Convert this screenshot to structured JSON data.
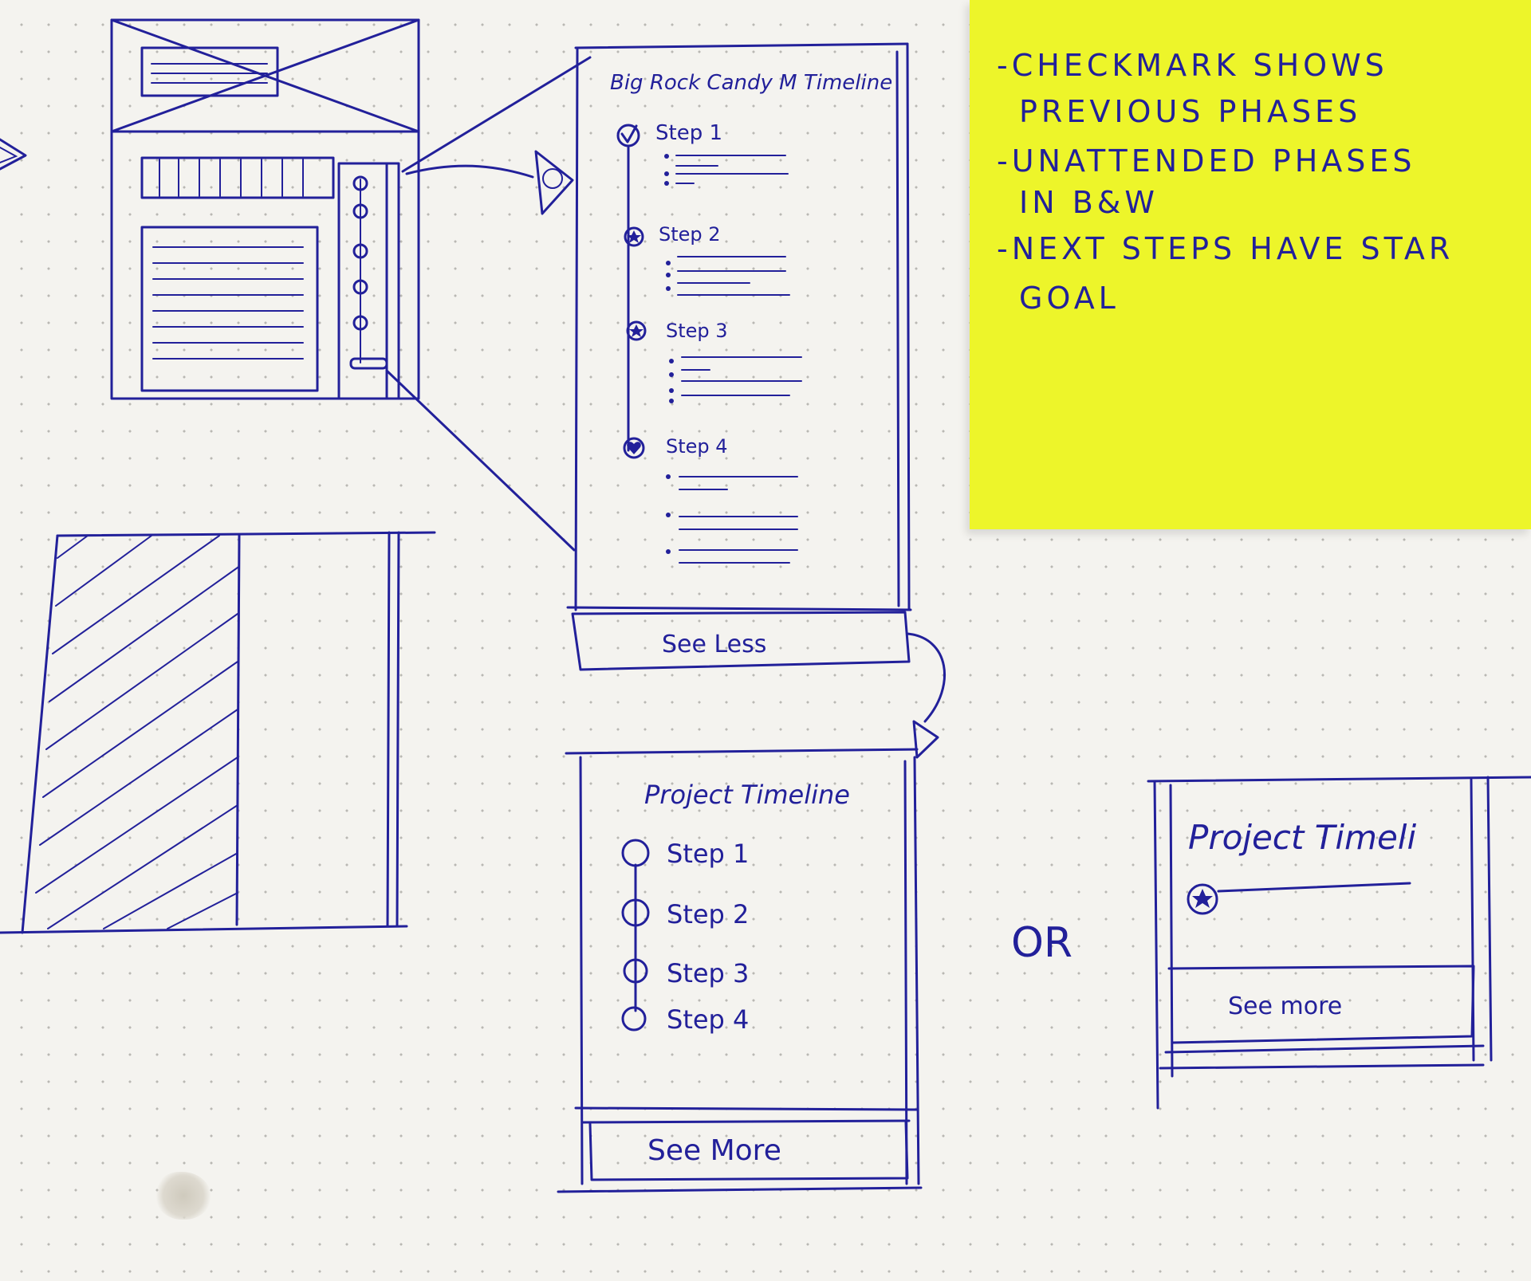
{
  "sticky_note": {
    "lines": [
      "-CHECKMARK SHOWS",
      "PREVIOUS PHASES",
      "-UNATTENDED PHASES",
      "IN B&W",
      "-NEXT STEPS HAVE STAR",
      "GOAL"
    ]
  },
  "expanded_timeline": {
    "title": "Big Rock Candy M Timeline",
    "steps": [
      {
        "label": "Step 1",
        "icon": "checkmark-icon"
      },
      {
        "label": "Step 2",
        "icon": "star-icon"
      },
      {
        "label": "Step 3",
        "icon": "star-icon"
      },
      {
        "label": "Step 4",
        "icon": "heart-icon"
      }
    ],
    "toggle_label": "See Less"
  },
  "collapsed_timeline": {
    "title": "Project Timeline",
    "steps": [
      {
        "label": "Step 1"
      },
      {
        "label": "Step 2"
      },
      {
        "label": "Step 3"
      },
      {
        "label": "Step 4"
      }
    ],
    "toggle_label": "See More"
  },
  "alternative_divider": "OR",
  "compact_timeline": {
    "title": "Project Timeli",
    "toggle_label": "See more",
    "icon": "star-icon"
  }
}
